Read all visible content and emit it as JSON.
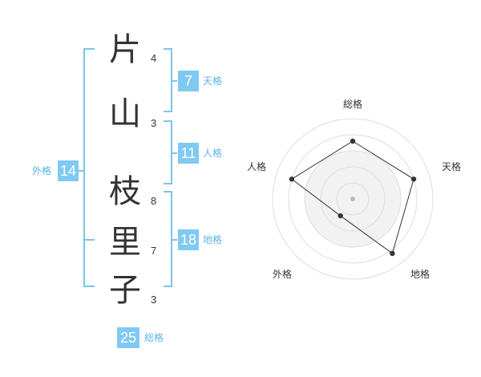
{
  "name": {
    "chars": [
      {
        "char": "片",
        "strokes": "4"
      },
      {
        "char": "山",
        "strokes": "3"
      },
      {
        "char": "枝",
        "strokes": "8"
      },
      {
        "char": "里",
        "strokes": "7"
      },
      {
        "char": "子",
        "strokes": "3"
      }
    ]
  },
  "fortunes": {
    "tenkaku": {
      "label": "天格",
      "value": "7"
    },
    "jinkaku": {
      "label": "人格",
      "value": "11"
    },
    "chikaku": {
      "label": "地格",
      "value": "18"
    },
    "gaikaku": {
      "label": "外格",
      "value": "14"
    },
    "soukaku": {
      "label": "総格",
      "value": "25"
    }
  },
  "colors": {
    "accent": "#7fcaf3",
    "bracket": "#7cc4ee",
    "text": "#333333",
    "label": "#5ab4e8"
  },
  "chart_data": {
    "type": "radar",
    "axes": [
      "総格",
      "天格",
      "地格",
      "外格",
      "人格"
    ],
    "values": [
      0.72,
      0.8,
      0.84,
      0.26,
      0.8
    ],
    "range": [
      0,
      1
    ],
    "rings": 5,
    "grid": true
  }
}
